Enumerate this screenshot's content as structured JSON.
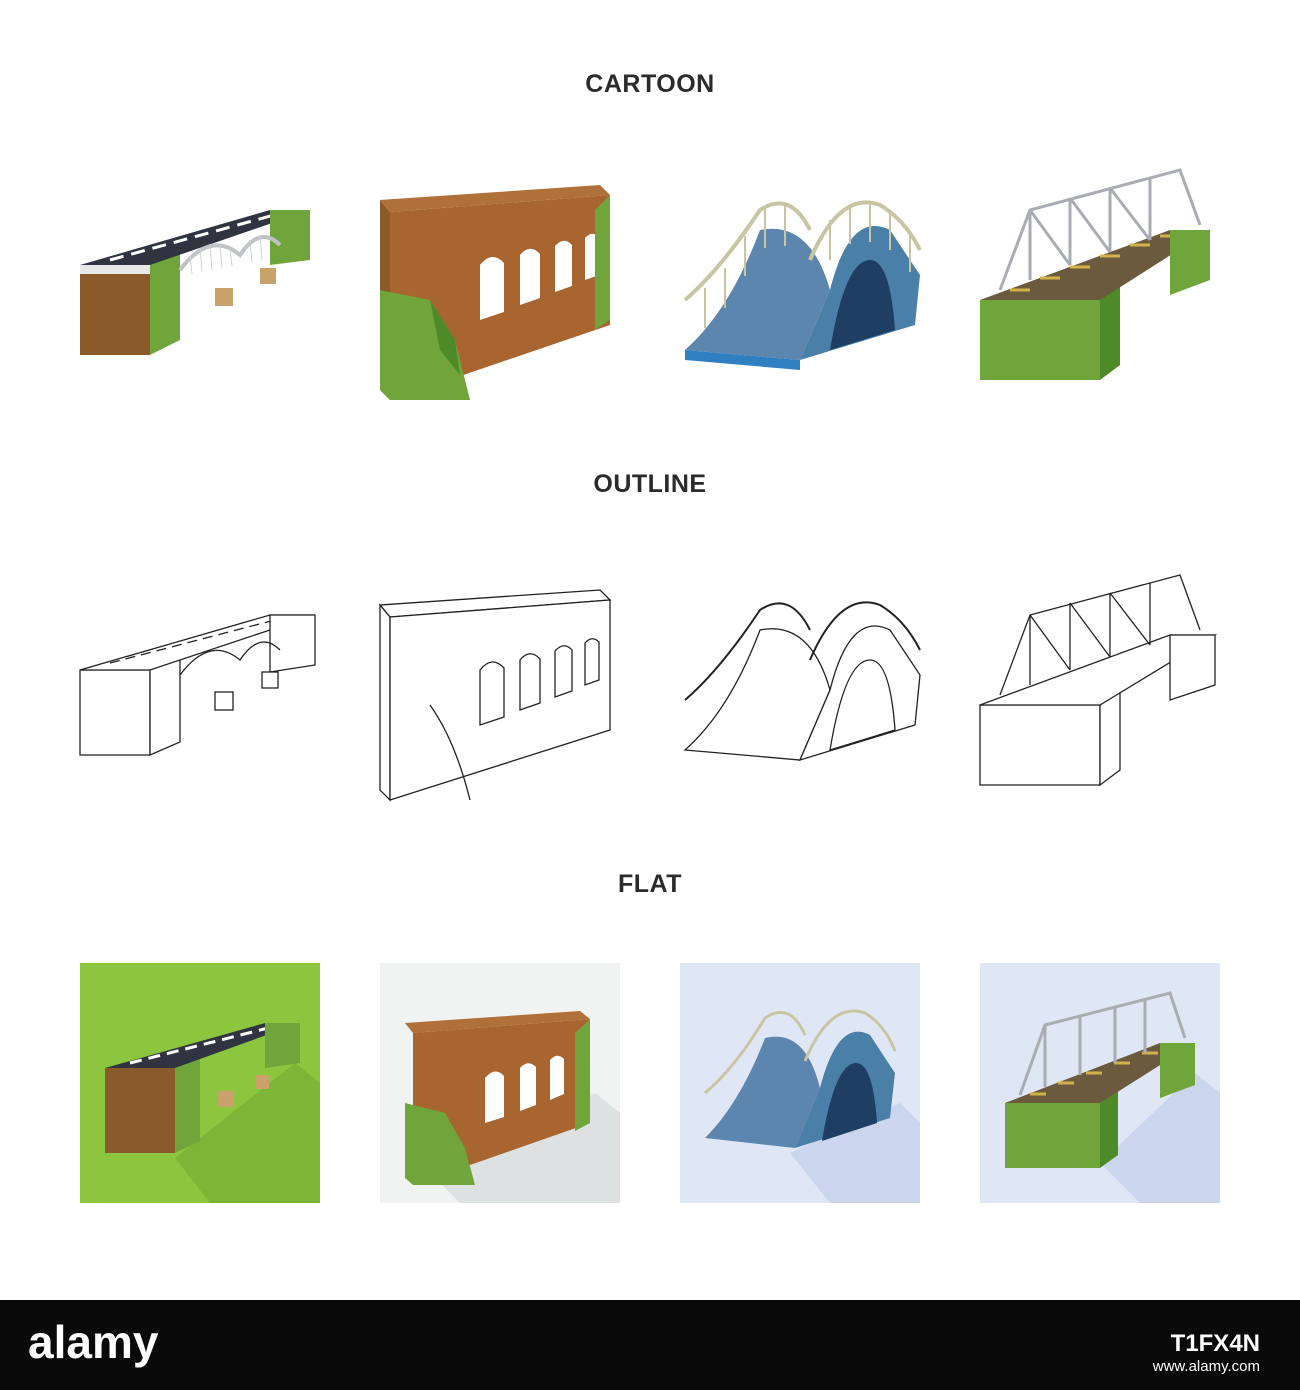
{
  "sections": {
    "cartoon": "CARTOON",
    "outline": "OUTLINE",
    "flat": "FLAT"
  },
  "icons": [
    {
      "name": "road-bridge",
      "style": "cartoon"
    },
    {
      "name": "aqueduct",
      "style": "cartoon"
    },
    {
      "name": "arched-footbridge",
      "style": "cartoon"
    },
    {
      "name": "truss-railway-bridge",
      "style": "cartoon"
    },
    {
      "name": "road-bridge",
      "style": "outline"
    },
    {
      "name": "aqueduct",
      "style": "outline"
    },
    {
      "name": "arched-footbridge",
      "style": "outline"
    },
    {
      "name": "truss-railway-bridge",
      "style": "outline"
    },
    {
      "name": "road-bridge",
      "style": "flat"
    },
    {
      "name": "aqueduct",
      "style": "flat"
    },
    {
      "name": "arched-footbridge",
      "style": "flat"
    },
    {
      "name": "truss-railway-bridge",
      "style": "flat"
    }
  ],
  "colors": {
    "grass": "#6fa53a",
    "earth": "#8a5a2b",
    "asphalt": "#2f3440",
    "water": "#4a7fa8",
    "steel": "#a9adb3",
    "flat_bg_green": "#8cc63e",
    "flat_bg_gray": "#f1f3f3",
    "flat_bg_blue": "#dfe7f6"
  },
  "footer": {
    "logo_text": "alamy",
    "image_id": "T1FX4N",
    "url": "www.alamy.com"
  }
}
